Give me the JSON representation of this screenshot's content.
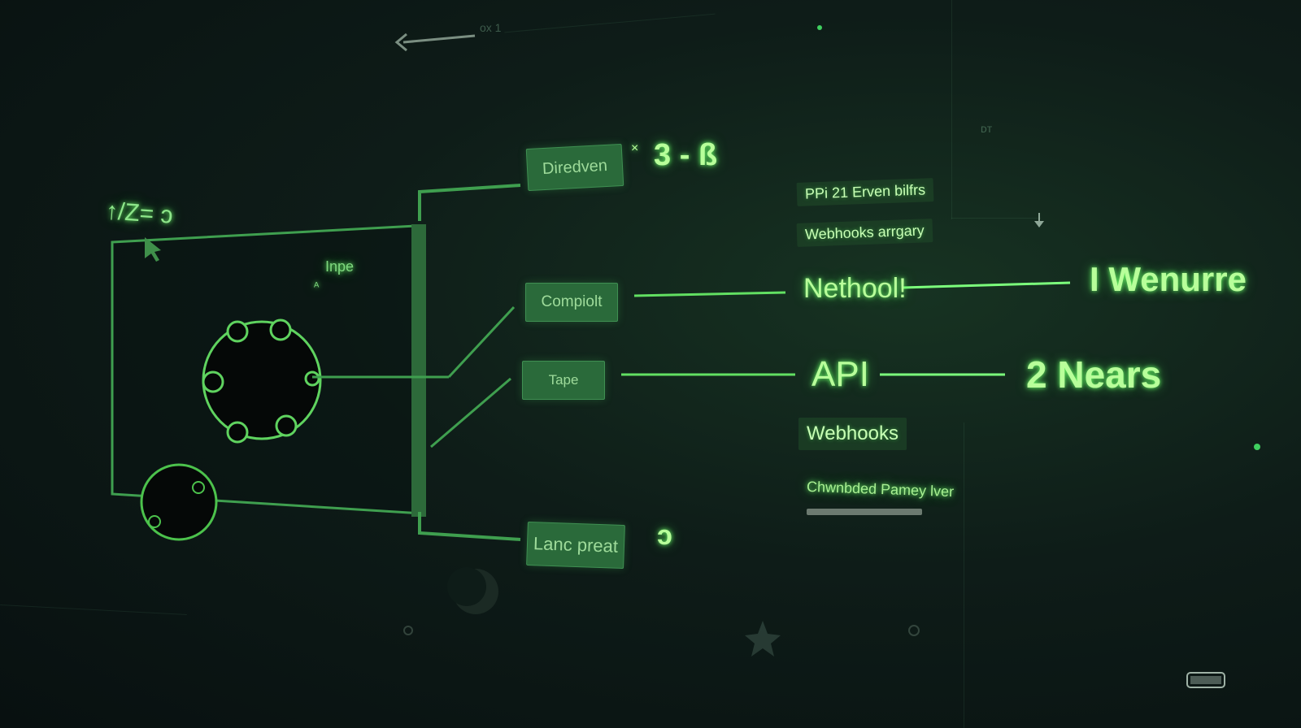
{
  "diagram": {
    "top_left_label": "↑/Z= ↄ",
    "inner_label": "Inpe",
    "inner_small": "ᴬ",
    "nodes": {
      "diredven": "Diredven",
      "compiolt": "Compiolt",
      "tape": "Tape",
      "lanc_preat": "Lanc preat"
    },
    "top_formula": "3 - ß",
    "top_formula_mark": "×",
    "bottom_mark": "ↄ",
    "info_tags": {
      "ppi": "PPi 21 Erven bilfrs",
      "webhook_array": "Webhooks arrgary"
    },
    "flow_row1": {
      "middle": "Nethool!",
      "right": "I Wenurre"
    },
    "flow_row2": {
      "middle": "API",
      "right": "2 Nears"
    },
    "webhooks_tag": "Webhooks",
    "bottom_label": "Chwnbded Pamey lver",
    "faint": {
      "top_counter": "ᴏx 1",
      "right_code": "ᴅᴛ"
    }
  },
  "colors": {
    "neon": "#6dff6a",
    "node_fill": "#2a6a3a",
    "line": "#3f9f4f",
    "background": "#0e1c18"
  }
}
